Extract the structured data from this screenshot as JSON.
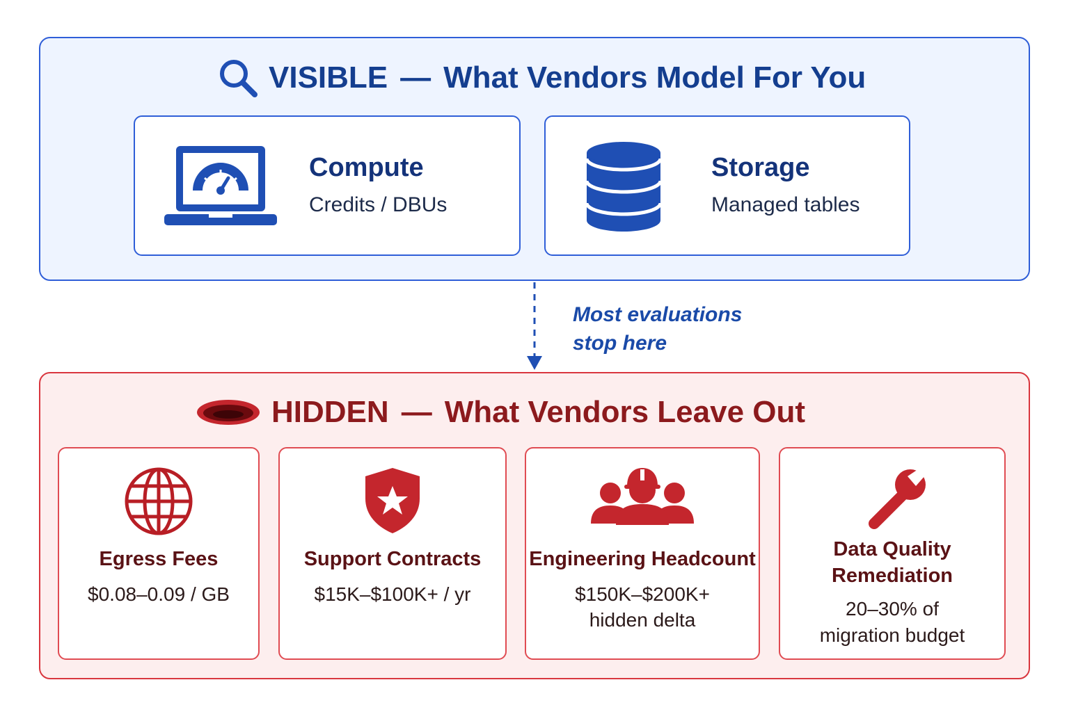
{
  "visible": {
    "label": "VISIBLE",
    "separator": "—",
    "title": "What Vendors Model For You",
    "icon": "magnifier-icon",
    "color": "#143e8f",
    "cards": [
      {
        "title": "Compute",
        "subtitle": "Credits / DBUs",
        "icon": "laptop-gauge-icon"
      },
      {
        "title": "Storage",
        "subtitle": "Managed tables",
        "icon": "database-icon"
      }
    ]
  },
  "connector": {
    "note_line1": "Most evaluations",
    "note_line2": "stop here",
    "icon": "dashed-arrow-down-icon"
  },
  "hidden": {
    "label": "HIDDEN",
    "separator": "—",
    "title": "What Vendors Leave Out",
    "icon": "hole-icon",
    "color": "#8c1a1d",
    "cards": [
      {
        "title_line1": "Egress Fees",
        "title_line2": "",
        "value_line1": "$0.08–0.09 / GB",
        "value_line2": "",
        "icon": "globe-icon"
      },
      {
        "title_line1": "Support Contracts",
        "title_line2": "",
        "value_line1": "$15K–$100K+ / yr",
        "value_line2": "",
        "icon": "shield-star-icon"
      },
      {
        "title_line1": "Engineering Headcount",
        "title_line2": "",
        "value_line1": "$150K–$200K+",
        "value_line2": "hidden delta",
        "icon": "engineers-team-icon"
      },
      {
        "title_line1": "Data Quality",
        "title_line2": "Remediation",
        "value_line1": "20–30% of",
        "value_line2": "migration budget",
        "icon": "wrench-icon"
      }
    ]
  }
}
